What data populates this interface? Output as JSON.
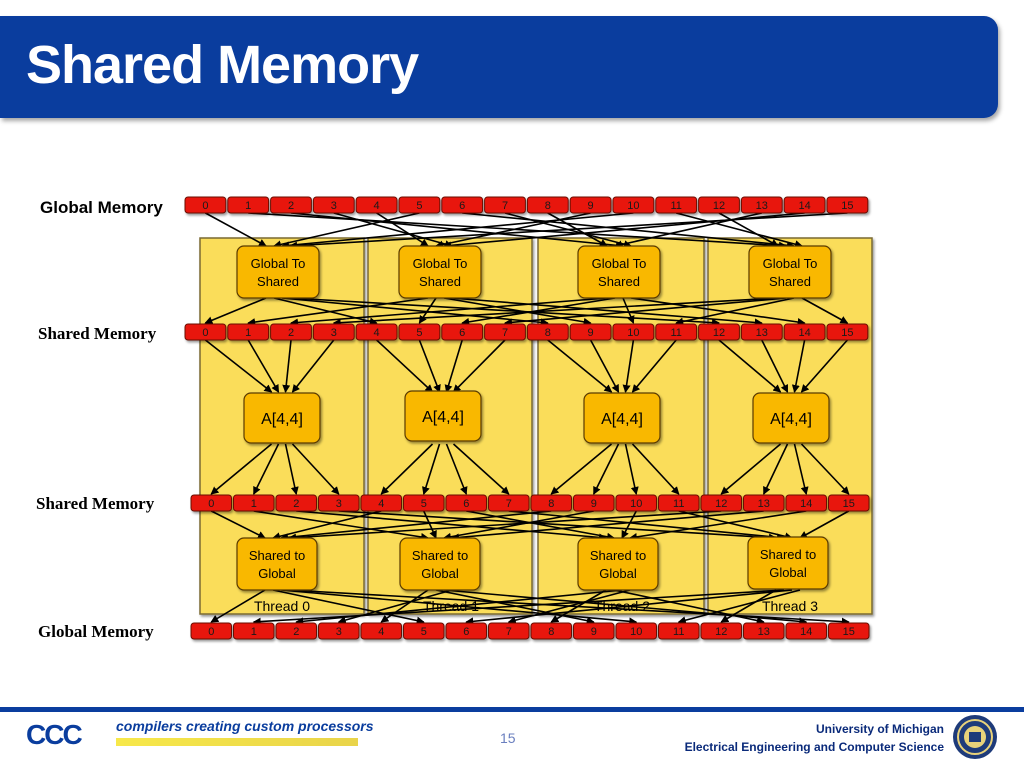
{
  "title": "Shared Memory",
  "rows": {
    "global_top": "Global Memory",
    "shared_1": "Shared Memory",
    "shared_2": "Shared Memory",
    "global_bottom": "Global Memory"
  },
  "cells": [
    "0",
    "1",
    "2",
    "3",
    "4",
    "5",
    "6",
    "7",
    "8",
    "9",
    "10",
    "11",
    "12",
    "13",
    "14",
    "15"
  ],
  "g2s_line1": "Global To",
  "g2s_line2": "Shared",
  "compute_label": "A[4,4]",
  "s2g_line1": "Shared to",
  "s2g_line2": "Global",
  "threads": [
    "Thread 0",
    "Thread 1",
    "Thread 2",
    "Thread 3"
  ],
  "footer": {
    "logo": "CCC",
    "tagline": "compilers creating custom processors",
    "page": "15",
    "univ_line1": "University of Michigan",
    "univ_line2": "Electrical Engineering and Computer Science"
  },
  "colors": {
    "title_bar": "#0a3d9e",
    "cell_red": "#e8190c",
    "box_orange": "#f9b800",
    "panel_yellow": "#fadd5a"
  }
}
